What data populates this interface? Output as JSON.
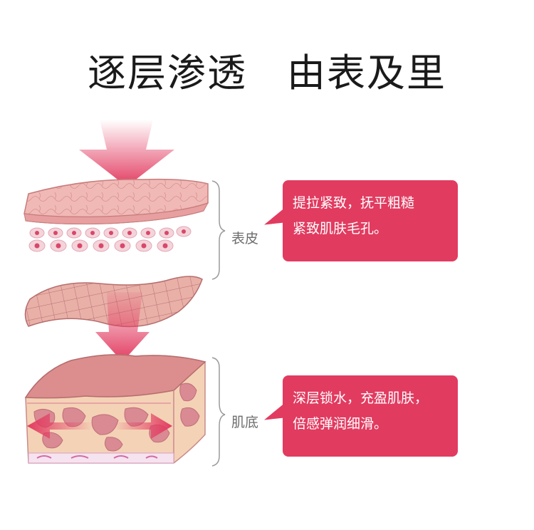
{
  "title": "逐层渗透　由表及里",
  "layers": [
    {
      "label": "表皮",
      "description_lines": [
        "提拉紧致，抚平粗糙",
        "紧致肌肤毛孔。"
      ]
    },
    {
      "label": "肌底",
      "description_lines": [
        "深层锁水，充盈肌肤，",
        "倍感弹润细滑。"
      ]
    }
  ],
  "colors": {
    "accent": "#e23b60",
    "skin_top": "#e9a6a6",
    "skin_dark": "#c97676",
    "cells": "#e05a7a",
    "bracket": "#9a9a9a"
  }
}
